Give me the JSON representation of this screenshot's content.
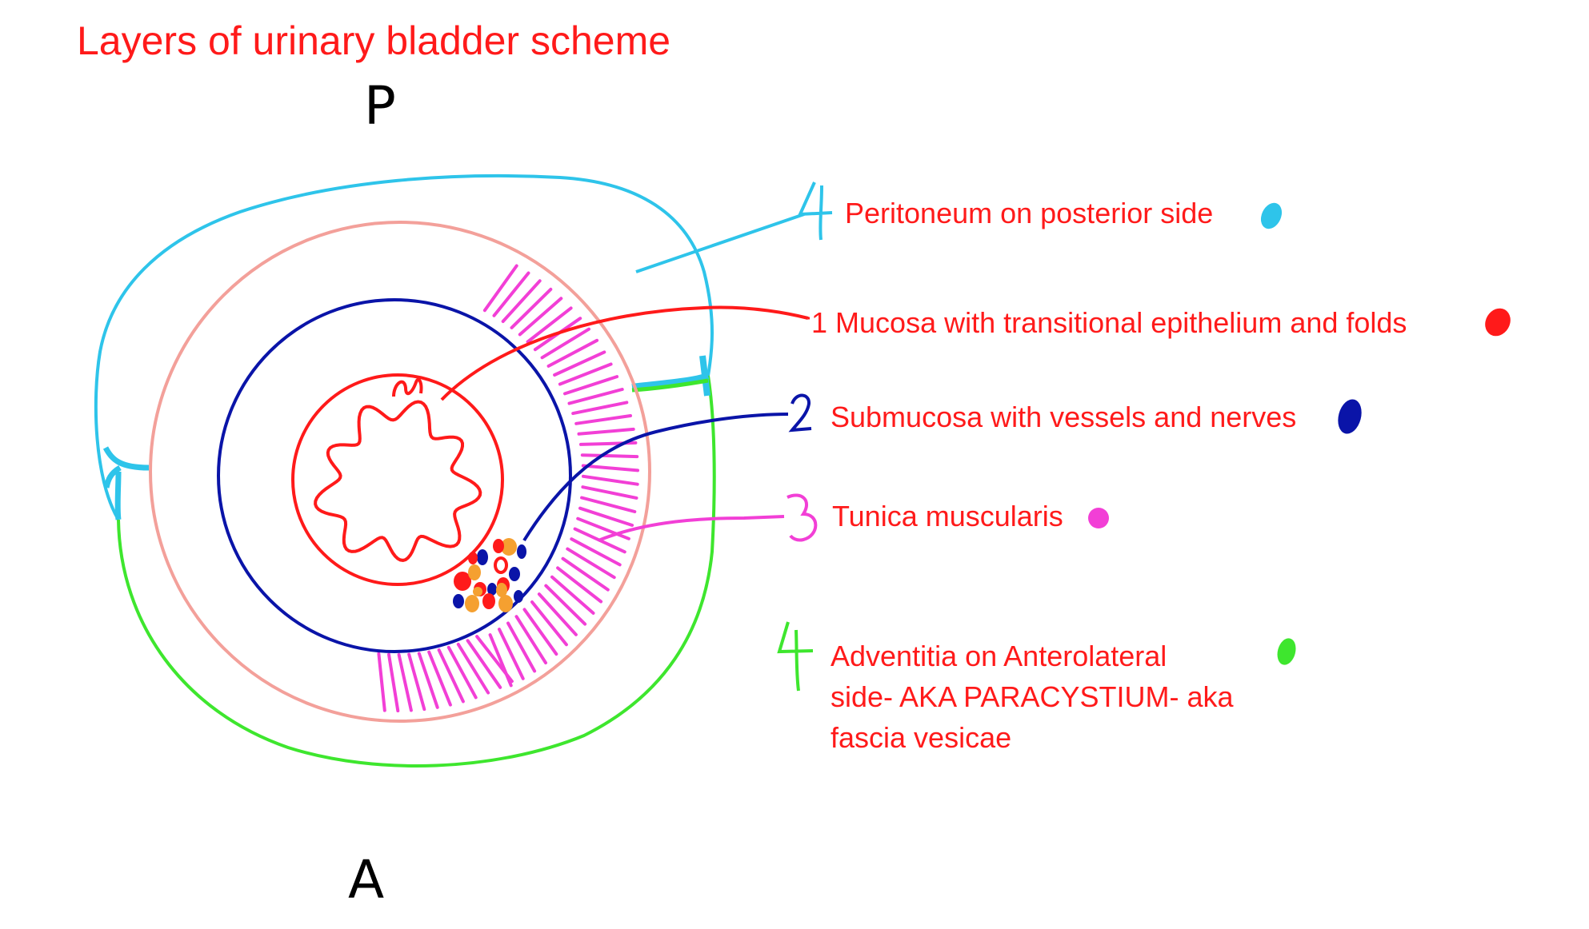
{
  "title": "Layers of urinary bladder scheme",
  "orientation": {
    "posterior": "P",
    "anterior": "A"
  },
  "colors": {
    "title": "#ff1a1a",
    "peritoneum": "#2ec4ea",
    "mucosa": "#ff1a1a",
    "submucosa": "#0a14a8",
    "muscularis": "#f23fd6",
    "adventitia": "#3ee62e",
    "serosa_ring": "#f3a09a",
    "vessel_orange": "#f5a030"
  },
  "legend": [
    {
      "number": "4",
      "text": "Peritoneum on posterior side",
      "color": "#2ec4ea"
    },
    {
      "number": "1",
      "text": "Mucosa with transitional epithelium and folds",
      "color": "#ff1a1a"
    },
    {
      "number": "2",
      "text": "Submucosa with vessels and nerves",
      "color": "#0a14a8"
    },
    {
      "number": "3",
      "text": "Tunica muscularis",
      "color": "#f23fd6"
    },
    {
      "number": "4",
      "lines": [
        "Adventitia on Anterolateral",
        "side- AKA PARACYSTIUM- aka",
        "fascia vesicae"
      ],
      "color": "#3ee62e"
    }
  ]
}
